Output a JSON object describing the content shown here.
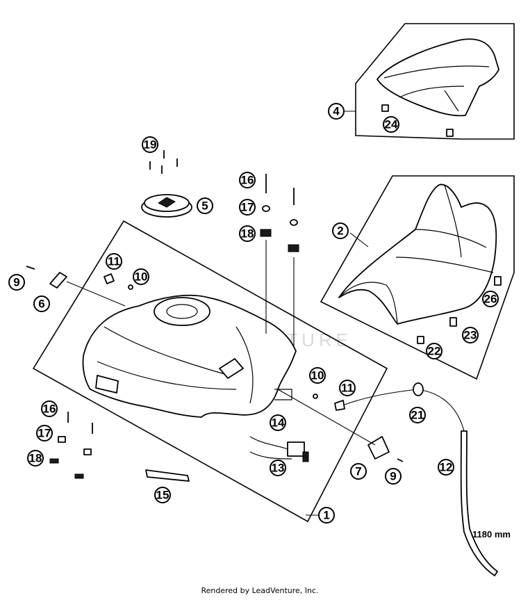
{
  "diagram": {
    "callouts": [
      {
        "id": "c1",
        "label": "1"
      },
      {
        "id": "c2",
        "label": "2"
      },
      {
        "id": "c4",
        "label": "4"
      },
      {
        "id": "c5",
        "label": "5"
      },
      {
        "id": "c6",
        "label": "6"
      },
      {
        "id": "c7",
        "label": "7"
      },
      {
        "id": "c9a",
        "label": "9"
      },
      {
        "id": "c9b",
        "label": "9"
      },
      {
        "id": "c10a",
        "label": "10"
      },
      {
        "id": "c10b",
        "label": "10"
      },
      {
        "id": "c11a",
        "label": "11"
      },
      {
        "id": "c11b",
        "label": "11"
      },
      {
        "id": "c12",
        "label": "12"
      },
      {
        "id": "c13",
        "label": "13"
      },
      {
        "id": "c14",
        "label": "14"
      },
      {
        "id": "c15",
        "label": "15"
      },
      {
        "id": "c16a",
        "label": "16"
      },
      {
        "id": "c16b",
        "label": "16"
      },
      {
        "id": "c17a",
        "label": "17"
      },
      {
        "id": "c17b",
        "label": "17"
      },
      {
        "id": "c18a",
        "label": "18"
      },
      {
        "id": "c18b",
        "label": "18"
      },
      {
        "id": "c19",
        "label": "19"
      },
      {
        "id": "c21",
        "label": "21"
      },
      {
        "id": "c22",
        "label": "22"
      },
      {
        "id": "c23",
        "label": "23"
      },
      {
        "id": "c24",
        "label": "24"
      },
      {
        "id": "c26",
        "label": "26"
      }
    ],
    "dimension_label": "1180 mm",
    "watermark": "LEADVENTURE",
    "credit": "Rendered by LeadVenture, Inc."
  }
}
